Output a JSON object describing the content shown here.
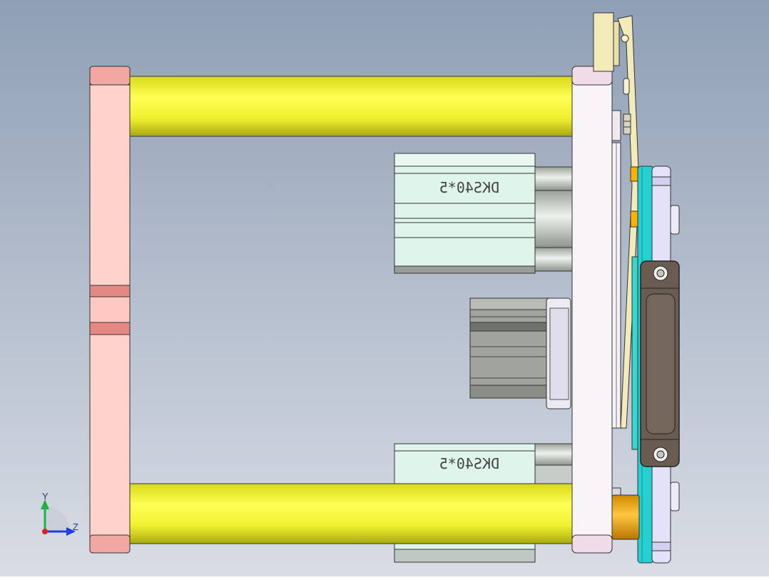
{
  "viewport": {
    "background_top": "#8f9fb5",
    "background_bottom": "#d9dde5"
  },
  "assembly": {
    "cylinder_top_label": "DKS40*5",
    "cylinder_bottom_label": "DKS40*5"
  },
  "triad": {
    "y_label": "Y",
    "z_label": "Z",
    "colors": {
      "y": "#1fb04a",
      "z": "#1e3ee0",
      "x": "#e02020"
    }
  },
  "colors": {
    "pink_plate": "#ffd2cc",
    "pink_plate_dark": "#e48a86",
    "yellow_rod": "#f2f23a",
    "yellow_rod_dark": "#a8a812",
    "mint_block": "#dff5ec",
    "gray_block": "#9a9e98",
    "white_plate": "#f8f4f8",
    "teal_plate": "#25d0d0",
    "brown_block": "#6b5c52",
    "orange_part": "#ffb000",
    "lavender": "#e4e2f8",
    "tan_bar": "#f2eab8"
  }
}
